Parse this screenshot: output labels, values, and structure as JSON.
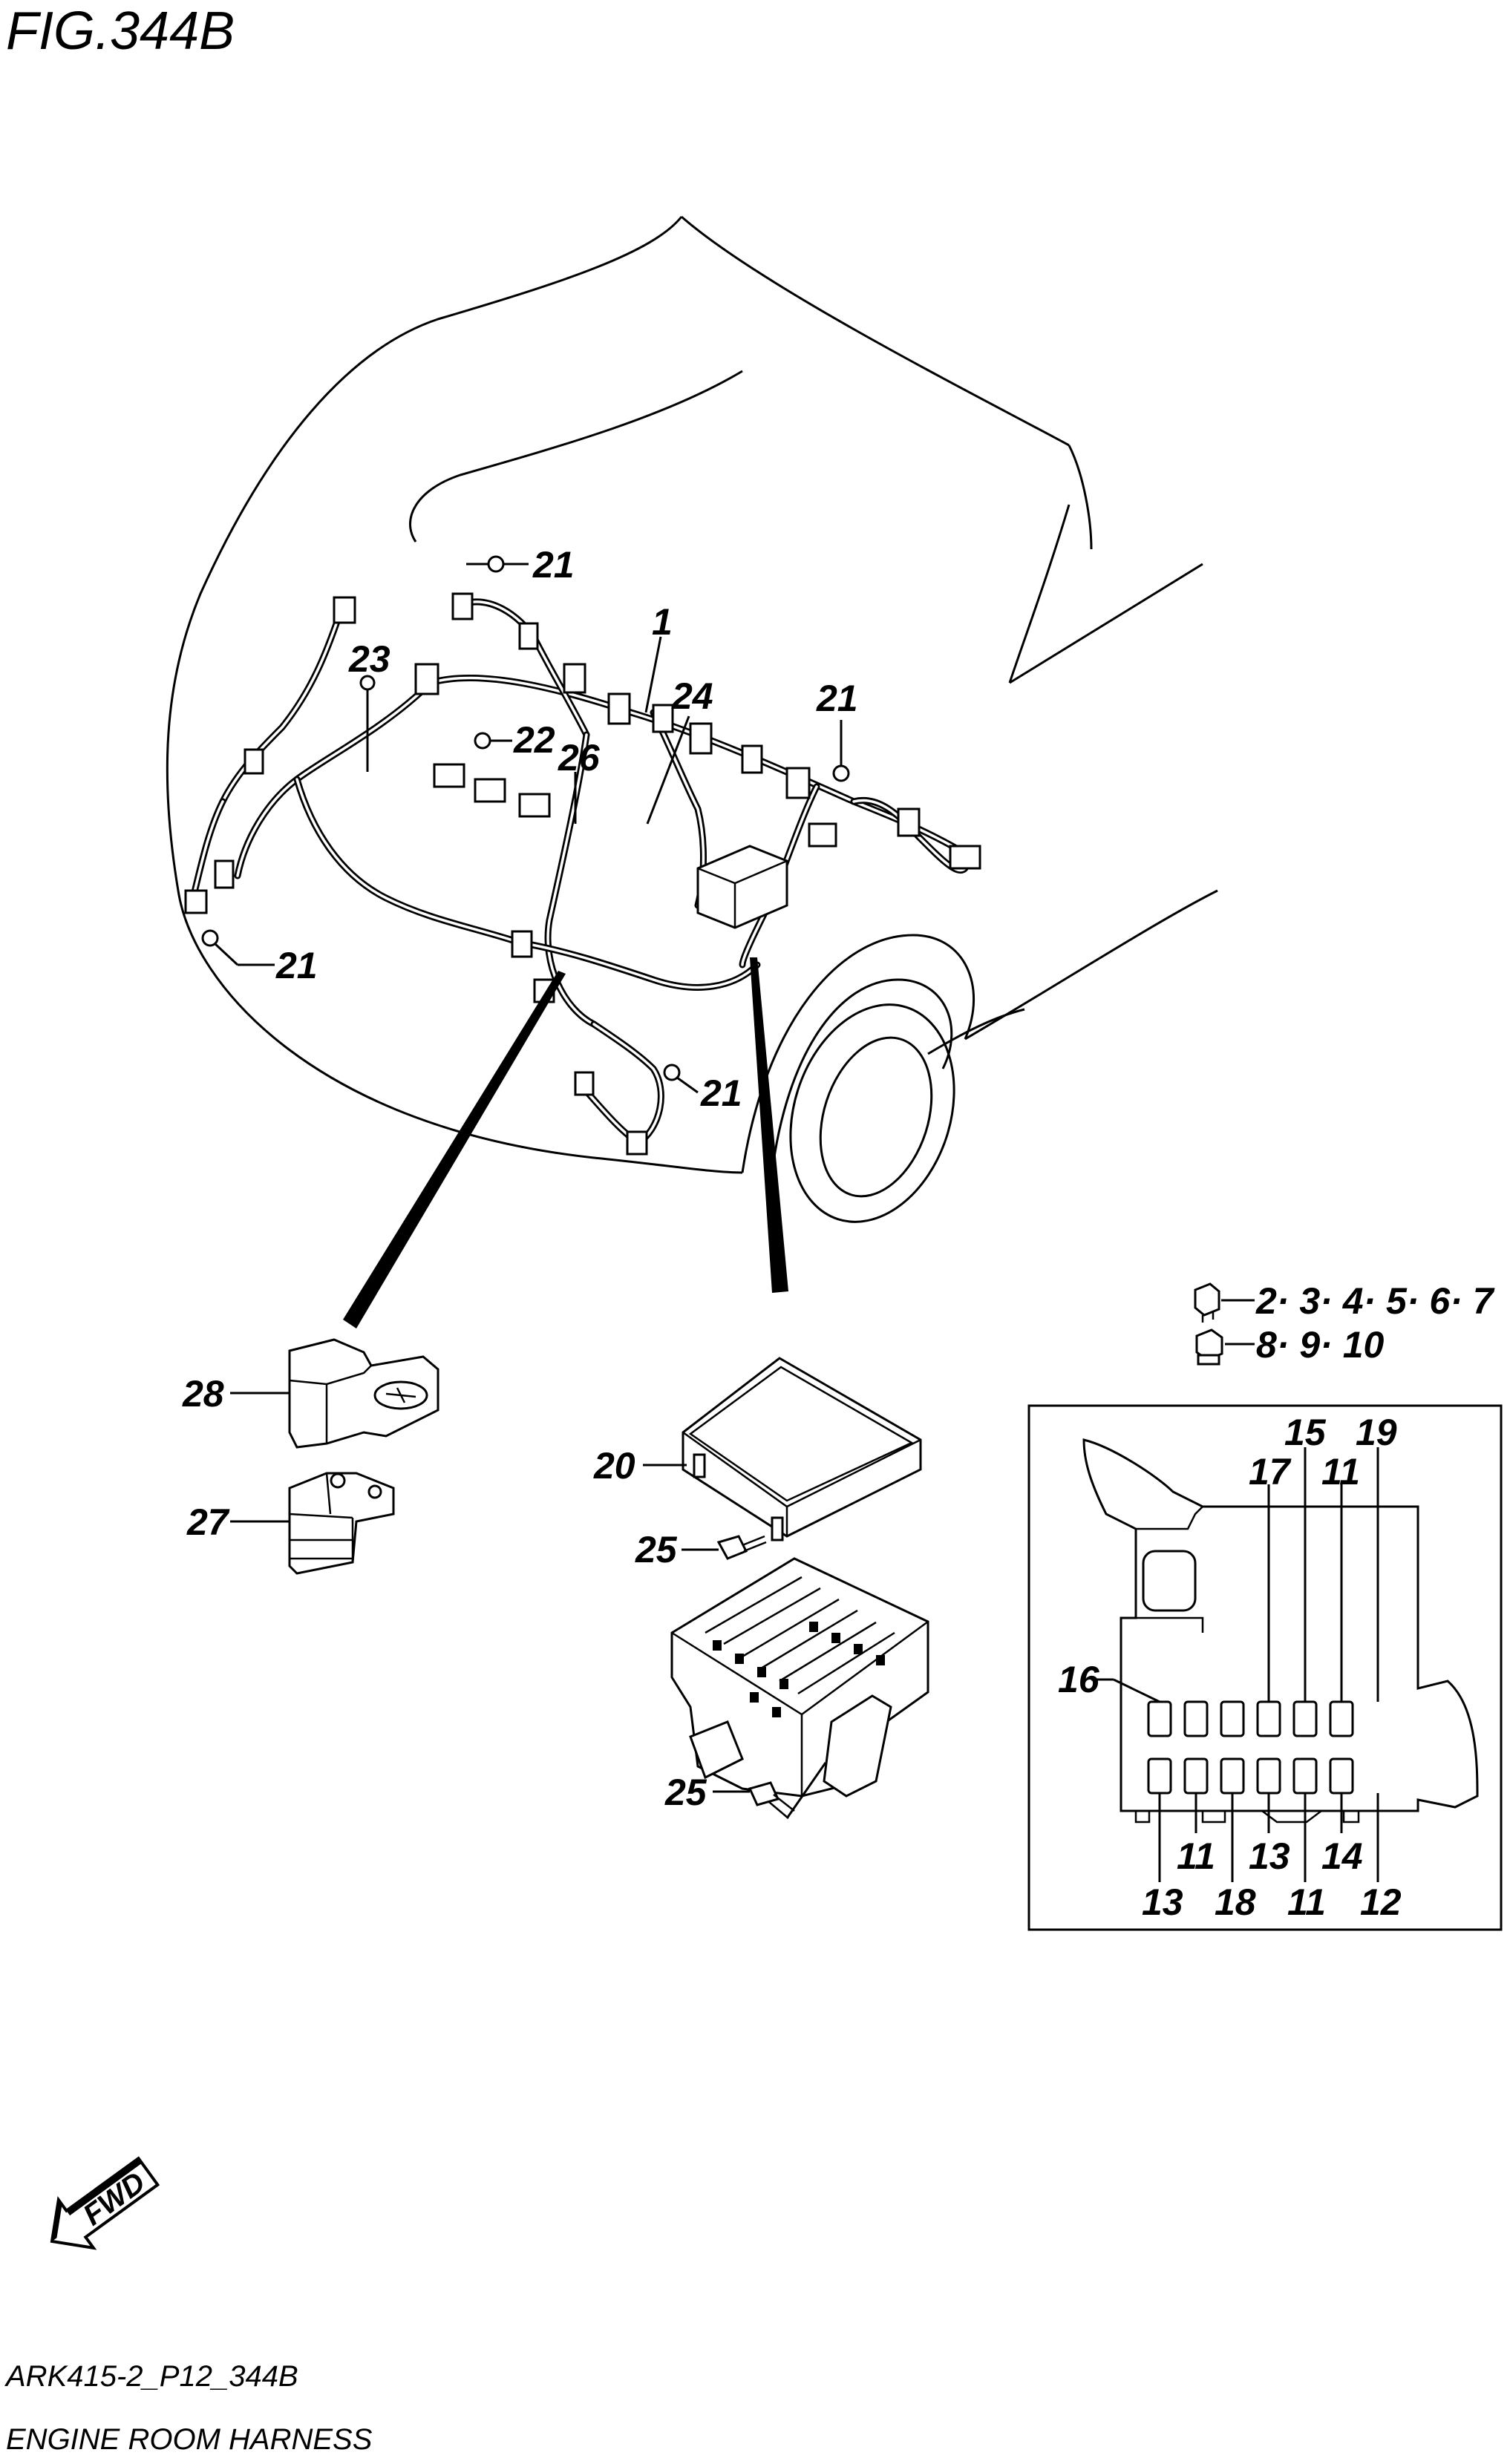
{
  "header": {
    "fig": "FIG.344B"
  },
  "footer": {
    "code": "ARK415-2_P12_344B",
    "caption": "ENGINE ROOM HARNESS"
  },
  "fwd_label": "FWD",
  "callouts": {
    "c1": "1",
    "c21a": "21",
    "c21b": "21",
    "c21c": "21",
    "c21d": "21",
    "c22": "22",
    "c23": "23",
    "c24": "24",
    "c26": "26",
    "c28": "28",
    "c27": "27",
    "c20": "20",
    "c25a": "25",
    "c25b": "25",
    "relay_large": "2· 3· 4· 5· 6· 7",
    "relay_small": "8· 9· 10"
  },
  "fuse_box_labels": {
    "f15": "15",
    "f19": "19",
    "f17": "17",
    "f11a": "11",
    "f16": "16",
    "f11b": "11",
    "f13a": "13",
    "f14": "14",
    "f13b": "13",
    "f18": "18",
    "f11c": "11",
    "f12": "12"
  }
}
